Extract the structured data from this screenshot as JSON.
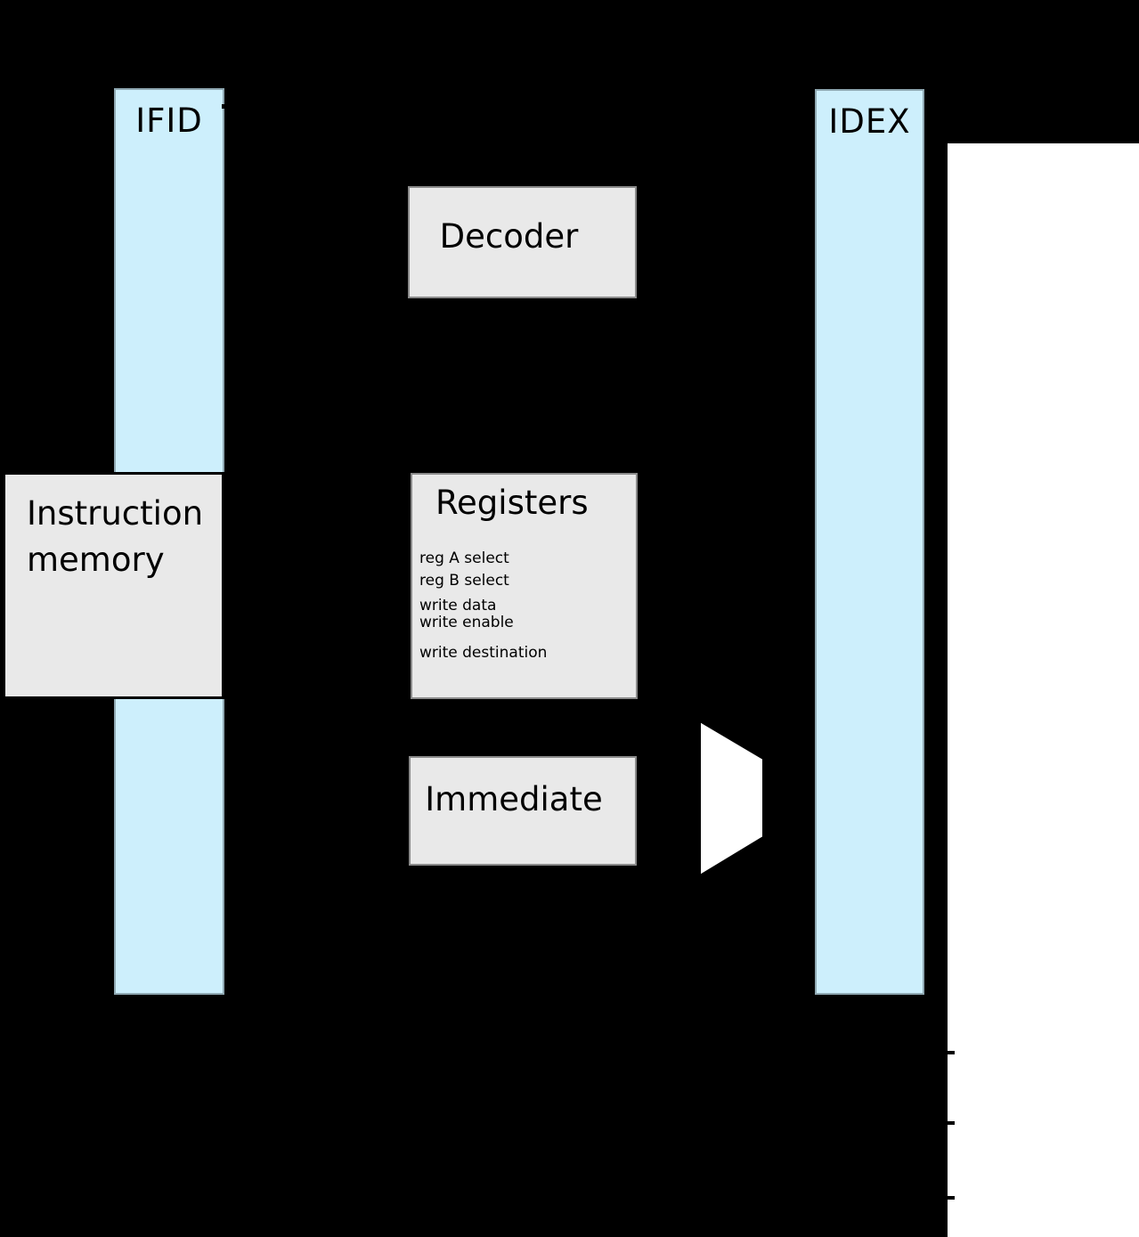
{
  "colors": {
    "background": "#000000",
    "panel": "#ffffff",
    "bar_fill": "#cdeffc",
    "bar_border": "#8fa8b2",
    "box_fill": "#e9e9e9",
    "box_border": "#8a8a8a",
    "memory_border": "#000000"
  },
  "bars": [
    {
      "label": "IFID"
    },
    {
      "label": "IDEX"
    }
  ],
  "boxes": {
    "decoder": {
      "label": "Decoder"
    },
    "instruction_memory": {
      "label": "Instruction memory"
    },
    "registers": {
      "title": "Registers",
      "ports": [
        {
          "label": "reg A select"
        },
        {
          "label": "reg B select"
        },
        {
          "label": "write data"
        },
        {
          "label": "write enable"
        },
        {
          "label": "write destination"
        }
      ]
    },
    "immediate": {
      "label": "Immediate"
    }
  }
}
